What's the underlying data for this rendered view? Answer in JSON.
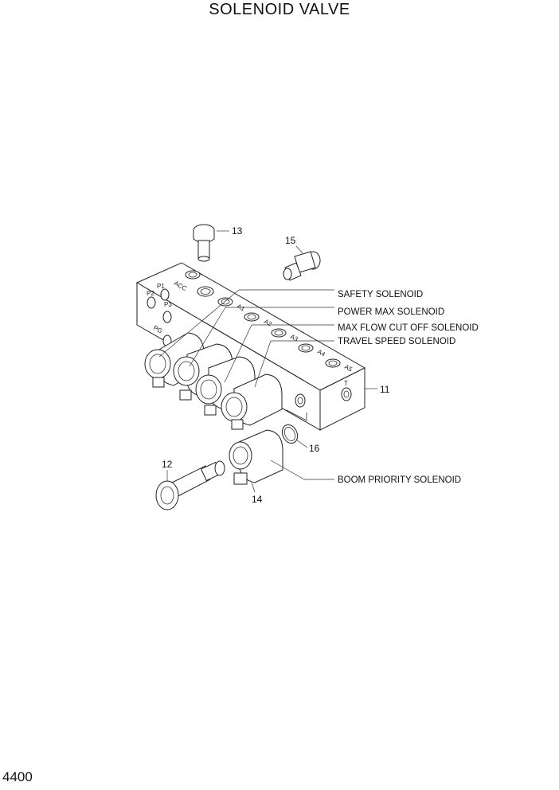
{
  "title": "SOLENOID VALVE",
  "page_number": "4400",
  "callouts": {
    "c11": "11",
    "c12": "12",
    "c13": "13",
    "c14": "14",
    "c15": "15",
    "c16": "16"
  },
  "labels": {
    "safety": "SAFETY SOLENOID",
    "power_max": "POWER MAX SOLENOID",
    "max_flow": "MAX FLOW CUT OFF SOLENOID",
    "travel": "TRAVEL SPEED SOLENOID",
    "boom_priority": "BOOM PRIORITY SOLENOID"
  },
  "port_marks": {
    "acc": "ACC",
    "p1": "P1",
    "p2": "P2",
    "p3": "P3",
    "pg": "PG",
    "a1": "A1",
    "a2": "A2",
    "a3": "A3",
    "a4": "A4",
    "a5": "A5",
    "t": "T"
  }
}
